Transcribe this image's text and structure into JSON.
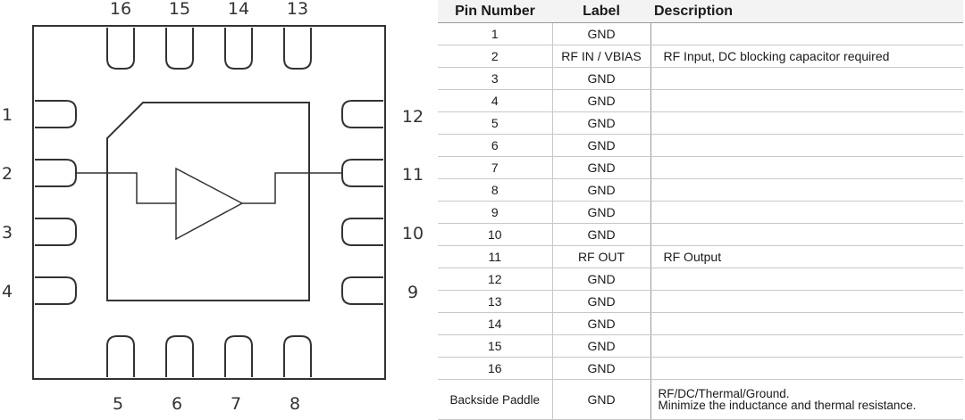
{
  "package": {
    "top_pins": [
      "16",
      "15",
      "14",
      "13"
    ],
    "bottom_pins": [
      "5",
      "6",
      "7",
      "8"
    ],
    "left_pins": [
      "1",
      "2",
      "3",
      "4"
    ],
    "right_pins": [
      "12",
      "11",
      "10",
      "9"
    ]
  },
  "table": {
    "headers": {
      "pin_number": "Pin Number",
      "label": "Label",
      "description": "Description"
    },
    "rows": [
      {
        "pin": "1",
        "label": "GND",
        "desc": ""
      },
      {
        "pin": "2",
        "label": "RF IN / VBIAS",
        "desc": "RF Input, DC blocking capacitor required"
      },
      {
        "pin": "3",
        "label": "GND",
        "desc": ""
      },
      {
        "pin": "4",
        "label": "GND",
        "desc": ""
      },
      {
        "pin": "5",
        "label": "GND",
        "desc": ""
      },
      {
        "pin": "6",
        "label": "GND",
        "desc": ""
      },
      {
        "pin": "7",
        "label": "GND",
        "desc": ""
      },
      {
        "pin": "8",
        "label": "GND",
        "desc": ""
      },
      {
        "pin": "9",
        "label": "GND",
        "desc": ""
      },
      {
        "pin": "10",
        "label": "GND",
        "desc": ""
      },
      {
        "pin": "11",
        "label": "RF OUT",
        "desc": "RF Output"
      },
      {
        "pin": "12",
        "label": "GND",
        "desc": ""
      },
      {
        "pin": "13",
        "label": "GND",
        "desc": ""
      },
      {
        "pin": "14",
        "label": "GND",
        "desc": ""
      },
      {
        "pin": "15",
        "label": "GND",
        "desc": ""
      },
      {
        "pin": "16",
        "label": "GND",
        "desc": ""
      }
    ],
    "paddle": {
      "pin": "Backside Paddle",
      "label": "GND",
      "desc_line1": "RF/DC/Thermal/Ground.",
      "desc_line2": "Minimize the inductance and thermal resistance."
    }
  }
}
